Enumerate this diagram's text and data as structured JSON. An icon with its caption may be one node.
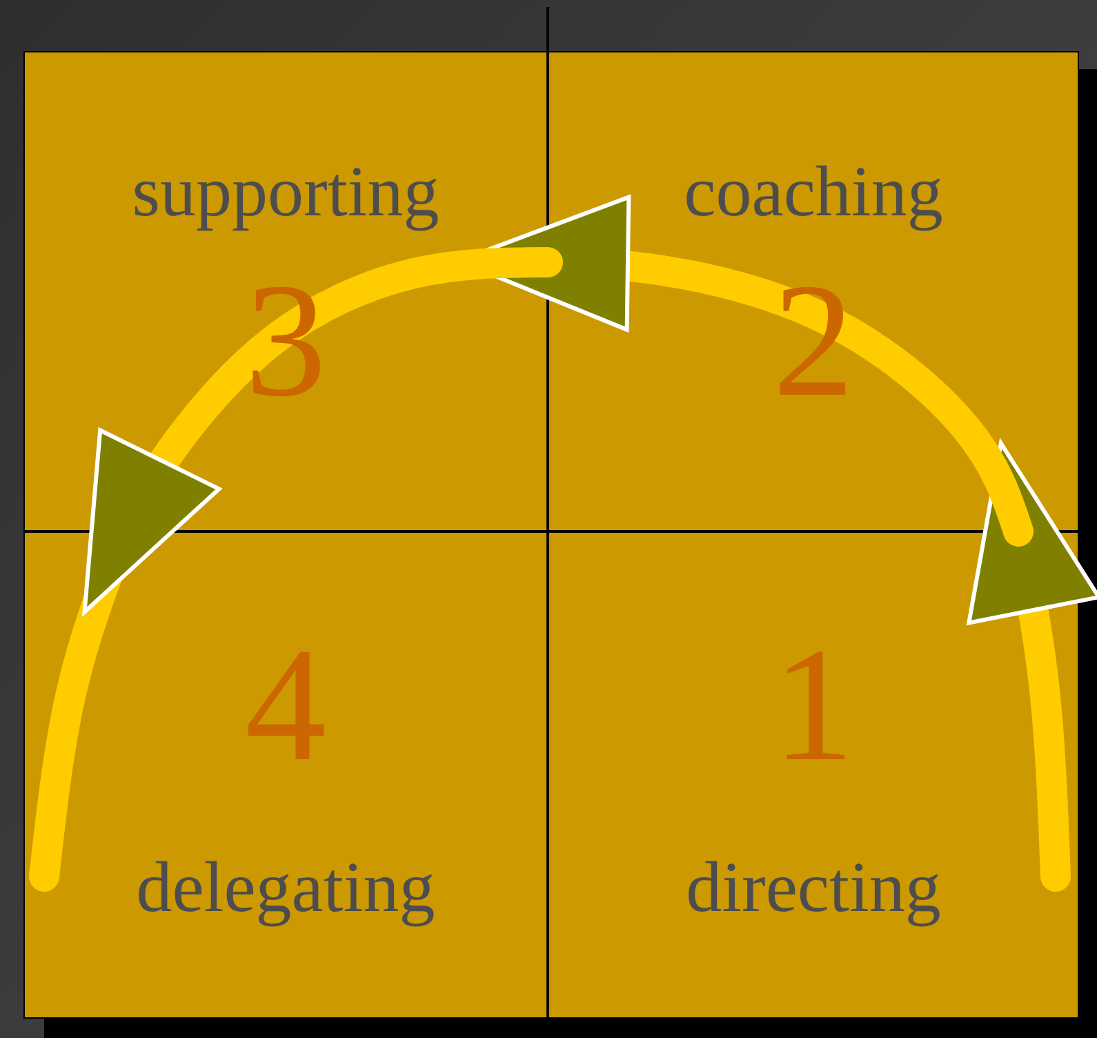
{
  "diagram": {
    "nodes": [
      {
        "text": [
          "supporting",
          "3"
        ]
      },
      {
        "text": [
          "coaching",
          "2"
        ]
      },
      {
        "text": [
          "4",
          "delegating"
        ]
      },
      {
        "text": [
          "1",
          "directing"
        ]
      }
    ],
    "edges": [
      {
        "from": 3,
        "to": 1,
        "arrow": "to"
      },
      {
        "from": 1,
        "to": 0,
        "arrow": "to"
      },
      {
        "from": 0,
        "to": 2,
        "arrow": "to"
      }
    ]
  }
}
